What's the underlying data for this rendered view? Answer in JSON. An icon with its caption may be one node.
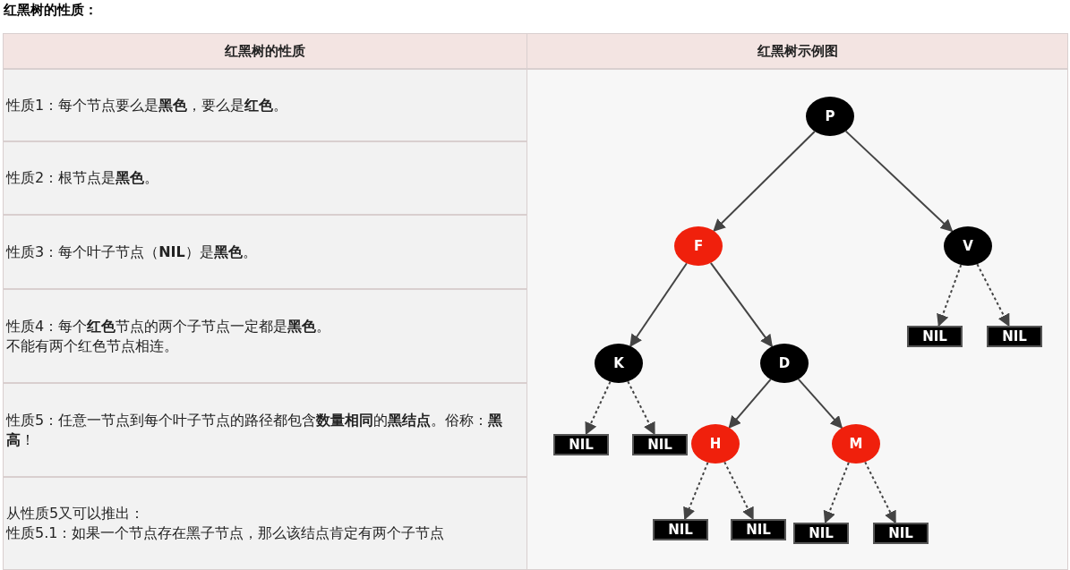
{
  "diagram": {
    "title": "红黑树的性质：",
    "nodes": [
      {
        "text": [
          "P"
        ]
      },
      {
        "text": [
          "F"
        ]
      },
      {
        "text": [
          "V"
        ]
      },
      {
        "text": [
          "NIL"
        ]
      },
      {
        "text": [
          "NIL"
        ]
      },
      {
        "text": [
          "K"
        ]
      },
      {
        "text": [
          "D"
        ]
      },
      {
        "text": [
          "NIL"
        ]
      },
      {
        "text": [
          "NIL"
        ]
      },
      {
        "text": [
          "H"
        ]
      },
      {
        "text": [
          "M"
        ]
      },
      {
        "text": [
          "NIL"
        ]
      },
      {
        "text": [
          "NIL"
        ]
      },
      {
        "text": [
          "NIL"
        ]
      },
      {
        "text": [
          "NIL"
        ]
      }
    ],
    "edges": [
      {
        "from": 0,
        "to": 1,
        "arrow": "to"
      },
      {
        "from": 0,
        "to": 2,
        "arrow": "to"
      },
      {
        "from": 1,
        "to": 5,
        "arrow": "to"
      },
      {
        "from": 1,
        "to": 6,
        "arrow": "to"
      },
      {
        "from": 2,
        "to": 3,
        "arrow": "to",
        "style": "dashed"
      },
      {
        "from": 2,
        "to": 4,
        "arrow": "to",
        "style": "dashed"
      },
      {
        "from": 5,
        "to": 7,
        "arrow": "to",
        "style": "dashed"
      },
      {
        "from": 5,
        "to": 8,
        "arrow": "to",
        "style": "dashed"
      },
      {
        "from": 6,
        "to": 9,
        "arrow": "to"
      },
      {
        "from": 6,
        "to": 10,
        "arrow": "to"
      },
      {
        "from": 9,
        "to": 11,
        "arrow": "to",
        "style": "dashed"
      },
      {
        "from": 9,
        "to": 12,
        "arrow": "to",
        "style": "dashed"
      },
      {
        "from": 10,
        "to": 13,
        "arrow": "to",
        "style": "dashed"
      },
      {
        "from": 10,
        "to": 14,
        "arrow": "to",
        "style": "dashed"
      }
    ],
    "labels": [
      "红黑树的性质",
      "红黑树示例图",
      "性质1：每个节点要么是**黑色**，要么是**红色**。",
      "性质2：根节点是**黑色**。",
      "性质3：每个叶子节点（**NIL**）是**黑色**。",
      "性质4：每个**红色**节点的两个子节点一定都是**黑色**。",
      "不能有两个红色节点相连。",
      "性质5：任意一节点到每个叶子节点的路径都包含**数量相同**的**黑结点**。俗称：**黑高**！",
      "从性质5又可以推出：",
      "性质5.1：如果一个节点存在黑子节点，那么该结点肯定有两个子节点"
    ]
  }
}
